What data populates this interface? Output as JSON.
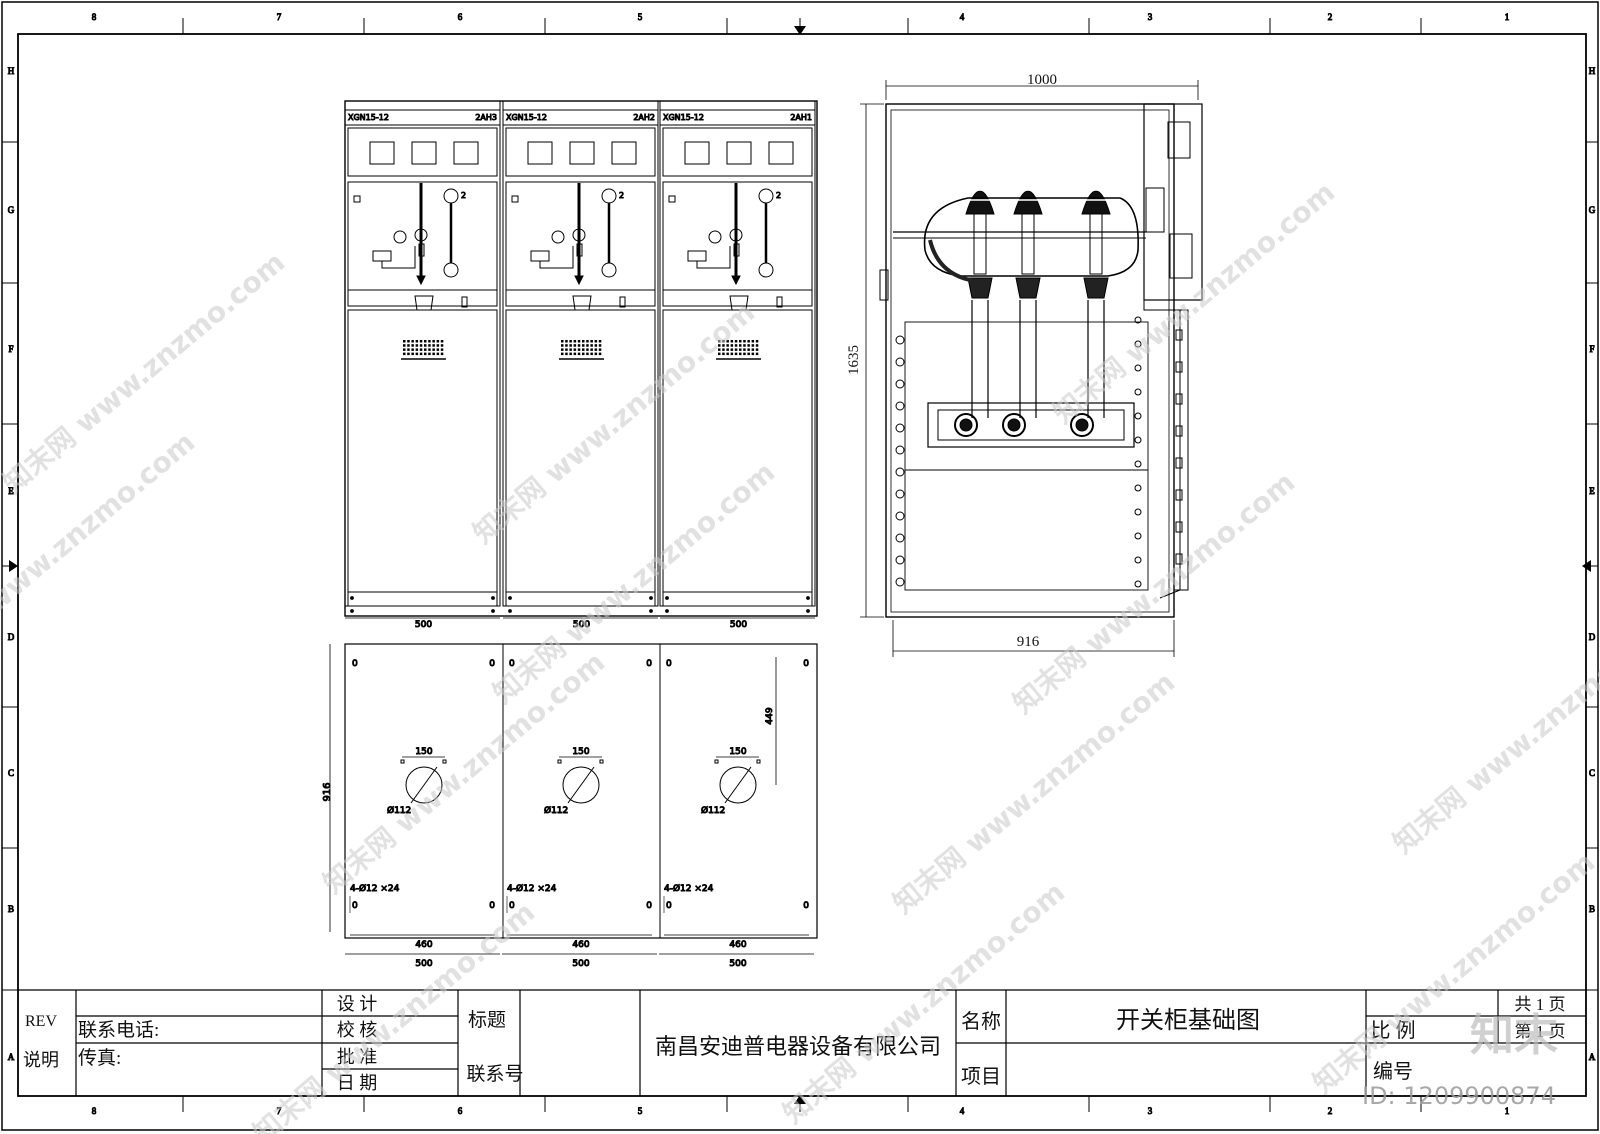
{
  "frame": {
    "column_numbers": [
      "8",
      "7",
      "6",
      "5",
      "4",
      "3",
      "2",
      "1"
    ],
    "row_letters": [
      "H",
      "G",
      "F",
      "E",
      "D",
      "C",
      "B",
      "A"
    ]
  },
  "front_view": {
    "panels": [
      {
        "model": "XGN15-12",
        "id": "2AH3"
      },
      {
        "model": "XGN15-12",
        "id": "2AH2"
      },
      {
        "model": "XGN15-12",
        "id": "2AH1"
      }
    ],
    "meter_label": "2",
    "width_dim": "500"
  },
  "side_view": {
    "width_dim": "1000",
    "height_dim": "1635",
    "depth_dim": "916"
  },
  "foundation": {
    "depth_dim": "916",
    "hole_offset_dim": "449",
    "bolt_spacing_dim": "150",
    "hole_diameter": "Ø112",
    "mount_holes": "4-Ø12 ×24",
    "inner_width_dim": "460",
    "outer_width_dim": "500",
    "corner_mark": "0"
  },
  "title_block": {
    "rev": "REV",
    "note": "说明",
    "phone": "联系电话:",
    "fax": "传真:",
    "design": "设 计",
    "check": "校 核",
    "approve": "批 准",
    "date": "日 期",
    "title_label": "标题",
    "contact_no": "联系号",
    "company": "南昌安迪普电器设备有限公司",
    "name_label": "名称",
    "drawing_name": "开关柜基础图",
    "project_label": "项目",
    "total_pages": "共 1 页",
    "page_no": "第 1 页",
    "scale_label": "比 例",
    "number_label": "编号"
  },
  "watermark": {
    "site": "www.znzmo.com",
    "brand": "知末网",
    "logo": "知末",
    "id_text": "ID: 1209900874"
  }
}
